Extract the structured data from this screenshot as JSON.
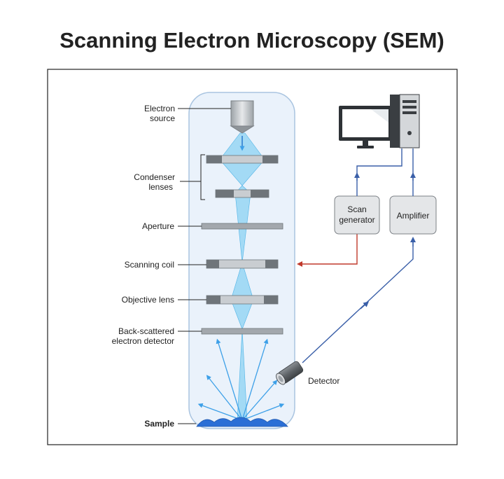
{
  "title": "Scanning Electron Microscopy (SEM)",
  "labels": {
    "electron_source": [
      "Electron",
      "source"
    ],
    "condenser_lenses": [
      "Condenser",
      "lenses"
    ],
    "aperture": "Aperture",
    "scanning_coil": "Scanning coil",
    "objective_lens": "Objective lens",
    "bse_detector": [
      "Back-scattered",
      "electron detector"
    ],
    "sample": "Sample",
    "detector": "Detector"
  },
  "boxes": {
    "scan_generator": [
      "Scan",
      "generator"
    ],
    "amplifier": "Amplifier"
  },
  "colors": {
    "column_fill": "#eaf2fb",
    "column_stroke": "#a9c4e0",
    "beam": "#67c6f0",
    "signal_line": "#3a5fa8",
    "scan_line": "#c0392b",
    "sample": "#2b6fd6"
  }
}
